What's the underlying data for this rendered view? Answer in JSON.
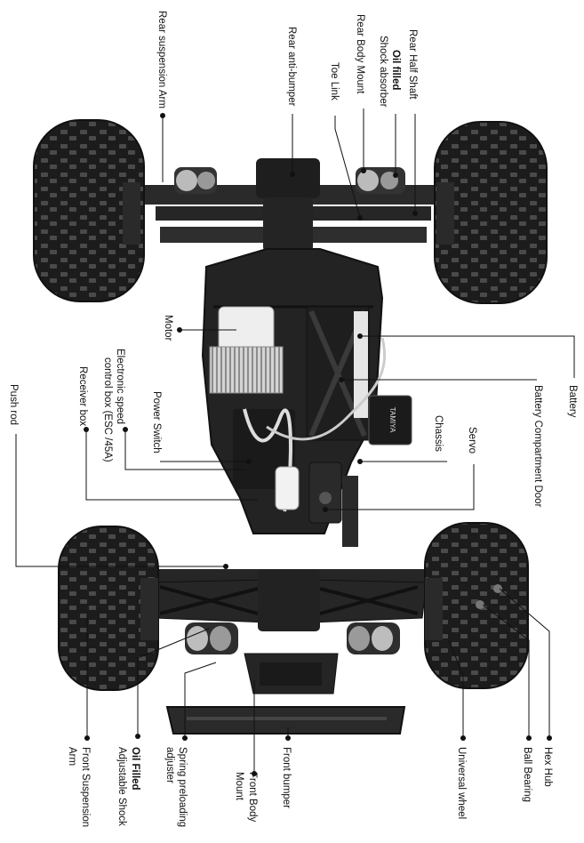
{
  "labels": {
    "rear_suspension_arm": "Rear suspension Arm",
    "rear_anti_bumper": "Rear anti-bumper",
    "toe_link": "Toe Link",
    "rear_body_mount": "Rear Body Mount",
    "oil_filled": "Oil filled",
    "shock_absorber": "Shock absorber",
    "rear_half_shaft": "Rear Half Shaft",
    "motor": "Motor",
    "battery": "Battery",
    "battery_compartment_door": "Battery Compartment Door",
    "electronic_speed": "Electronic speed",
    "control_box": "control box (ESC /45A)",
    "power_switch": "Power Switch",
    "chassis": "Chassis",
    "receiver_box": "Receiver box",
    "servo": "Servo",
    "push_rod": "Push rod",
    "front_suspension": "Front Suspension",
    "arm": "Arm",
    "oil_filled_front": "Oil Filled",
    "adjustable_shock": "Adjustable Shock",
    "spring_preloading": "Spring preloading",
    "adjuster": "adjuster",
    "front_body": "Front Body",
    "mount": "Mount",
    "front_bumper": "Front bumper",
    "universal_wheel": "Universal wheel",
    "ball_bearing": "Ball Bearing",
    "hex_hub": "Hex Hub"
  },
  "decal_text": "TAMIYA",
  "colors": {
    "tire": "#1c1c1c",
    "tread": "#3a3a3a",
    "chassis": "#222222",
    "plate": "#2b2b2b",
    "motor_body": "#e8e8e8",
    "heatsink": "#b5b5b5",
    "leader": "#111111"
  }
}
